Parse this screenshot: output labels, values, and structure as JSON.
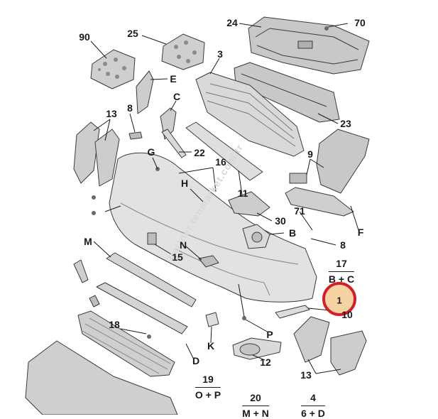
{
  "watermark": "partner.tenmarket.com.tr",
  "highlight": {
    "label": "1",
    "ring_color": "#d21f2a",
    "fill_color": "#f6d3a3"
  },
  "labels": {
    "l90": "90",
    "l25": "25",
    "l24": "24",
    "l70": "70",
    "l3": "3",
    "lE": "E",
    "lC": "C",
    "l8a": "8",
    "l13a": "13",
    "l23": "23",
    "lG": "G",
    "l22": "22",
    "l9": "9",
    "l16": "16",
    "lH": "H",
    "l11": "11",
    "l71": "71",
    "l30": "30",
    "lB": "B",
    "l8b": "8",
    "lF": "F",
    "lM": "M",
    "lN": "N",
    "l15": "15",
    "l10": "10",
    "l18": "18",
    "lK": "K",
    "lP": "P",
    "lD": "D",
    "l12": "12",
    "l13b": "13"
  },
  "groups": {
    "g17": {
      "top": "17",
      "bottom": "B + C"
    },
    "g19": {
      "top": "19",
      "bottom": "O + P"
    },
    "g20": {
      "top": "20",
      "bottom": "M + N"
    },
    "g4": {
      "top": "4",
      "bottom": "6 + D"
    }
  }
}
